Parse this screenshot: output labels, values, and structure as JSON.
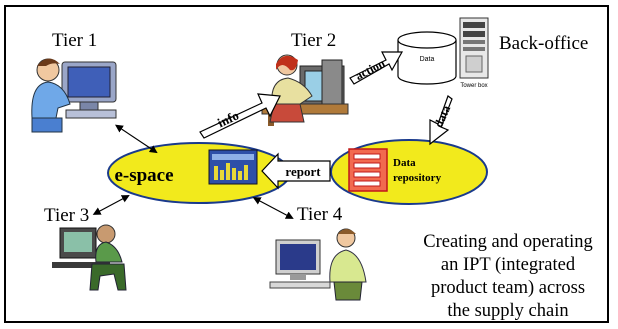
{
  "labels": {
    "tier1": "Tier 1",
    "tier2": "Tier 2",
    "tier3": "Tier 3",
    "tier4": "Tier 4",
    "backoffice": "Back-office",
    "espace": "e-space",
    "data_repository_line1": "Data",
    "data_repository_line2": "repository",
    "data_cylinder": "Data",
    "tower_box": "Tower box"
  },
  "arrows": {
    "info": "info",
    "action": "action",
    "data": "data",
    "report": "report"
  },
  "caption": {
    "line1": "Creating and operating",
    "line2": "an IPT (integrated",
    "line3": "product team) across",
    "line4": "the supply chain"
  },
  "colors": {
    "ellipse_fill": "#f2ea1c",
    "ellipse_stroke": "#1a3a8c",
    "arrow_fill": "#ffffff",
    "arrow_stroke": "#000000",
    "repo_fill": "#f26a4f",
    "repo_stroke": "#c01818",
    "screen_blue": "#2e4fa8"
  }
}
